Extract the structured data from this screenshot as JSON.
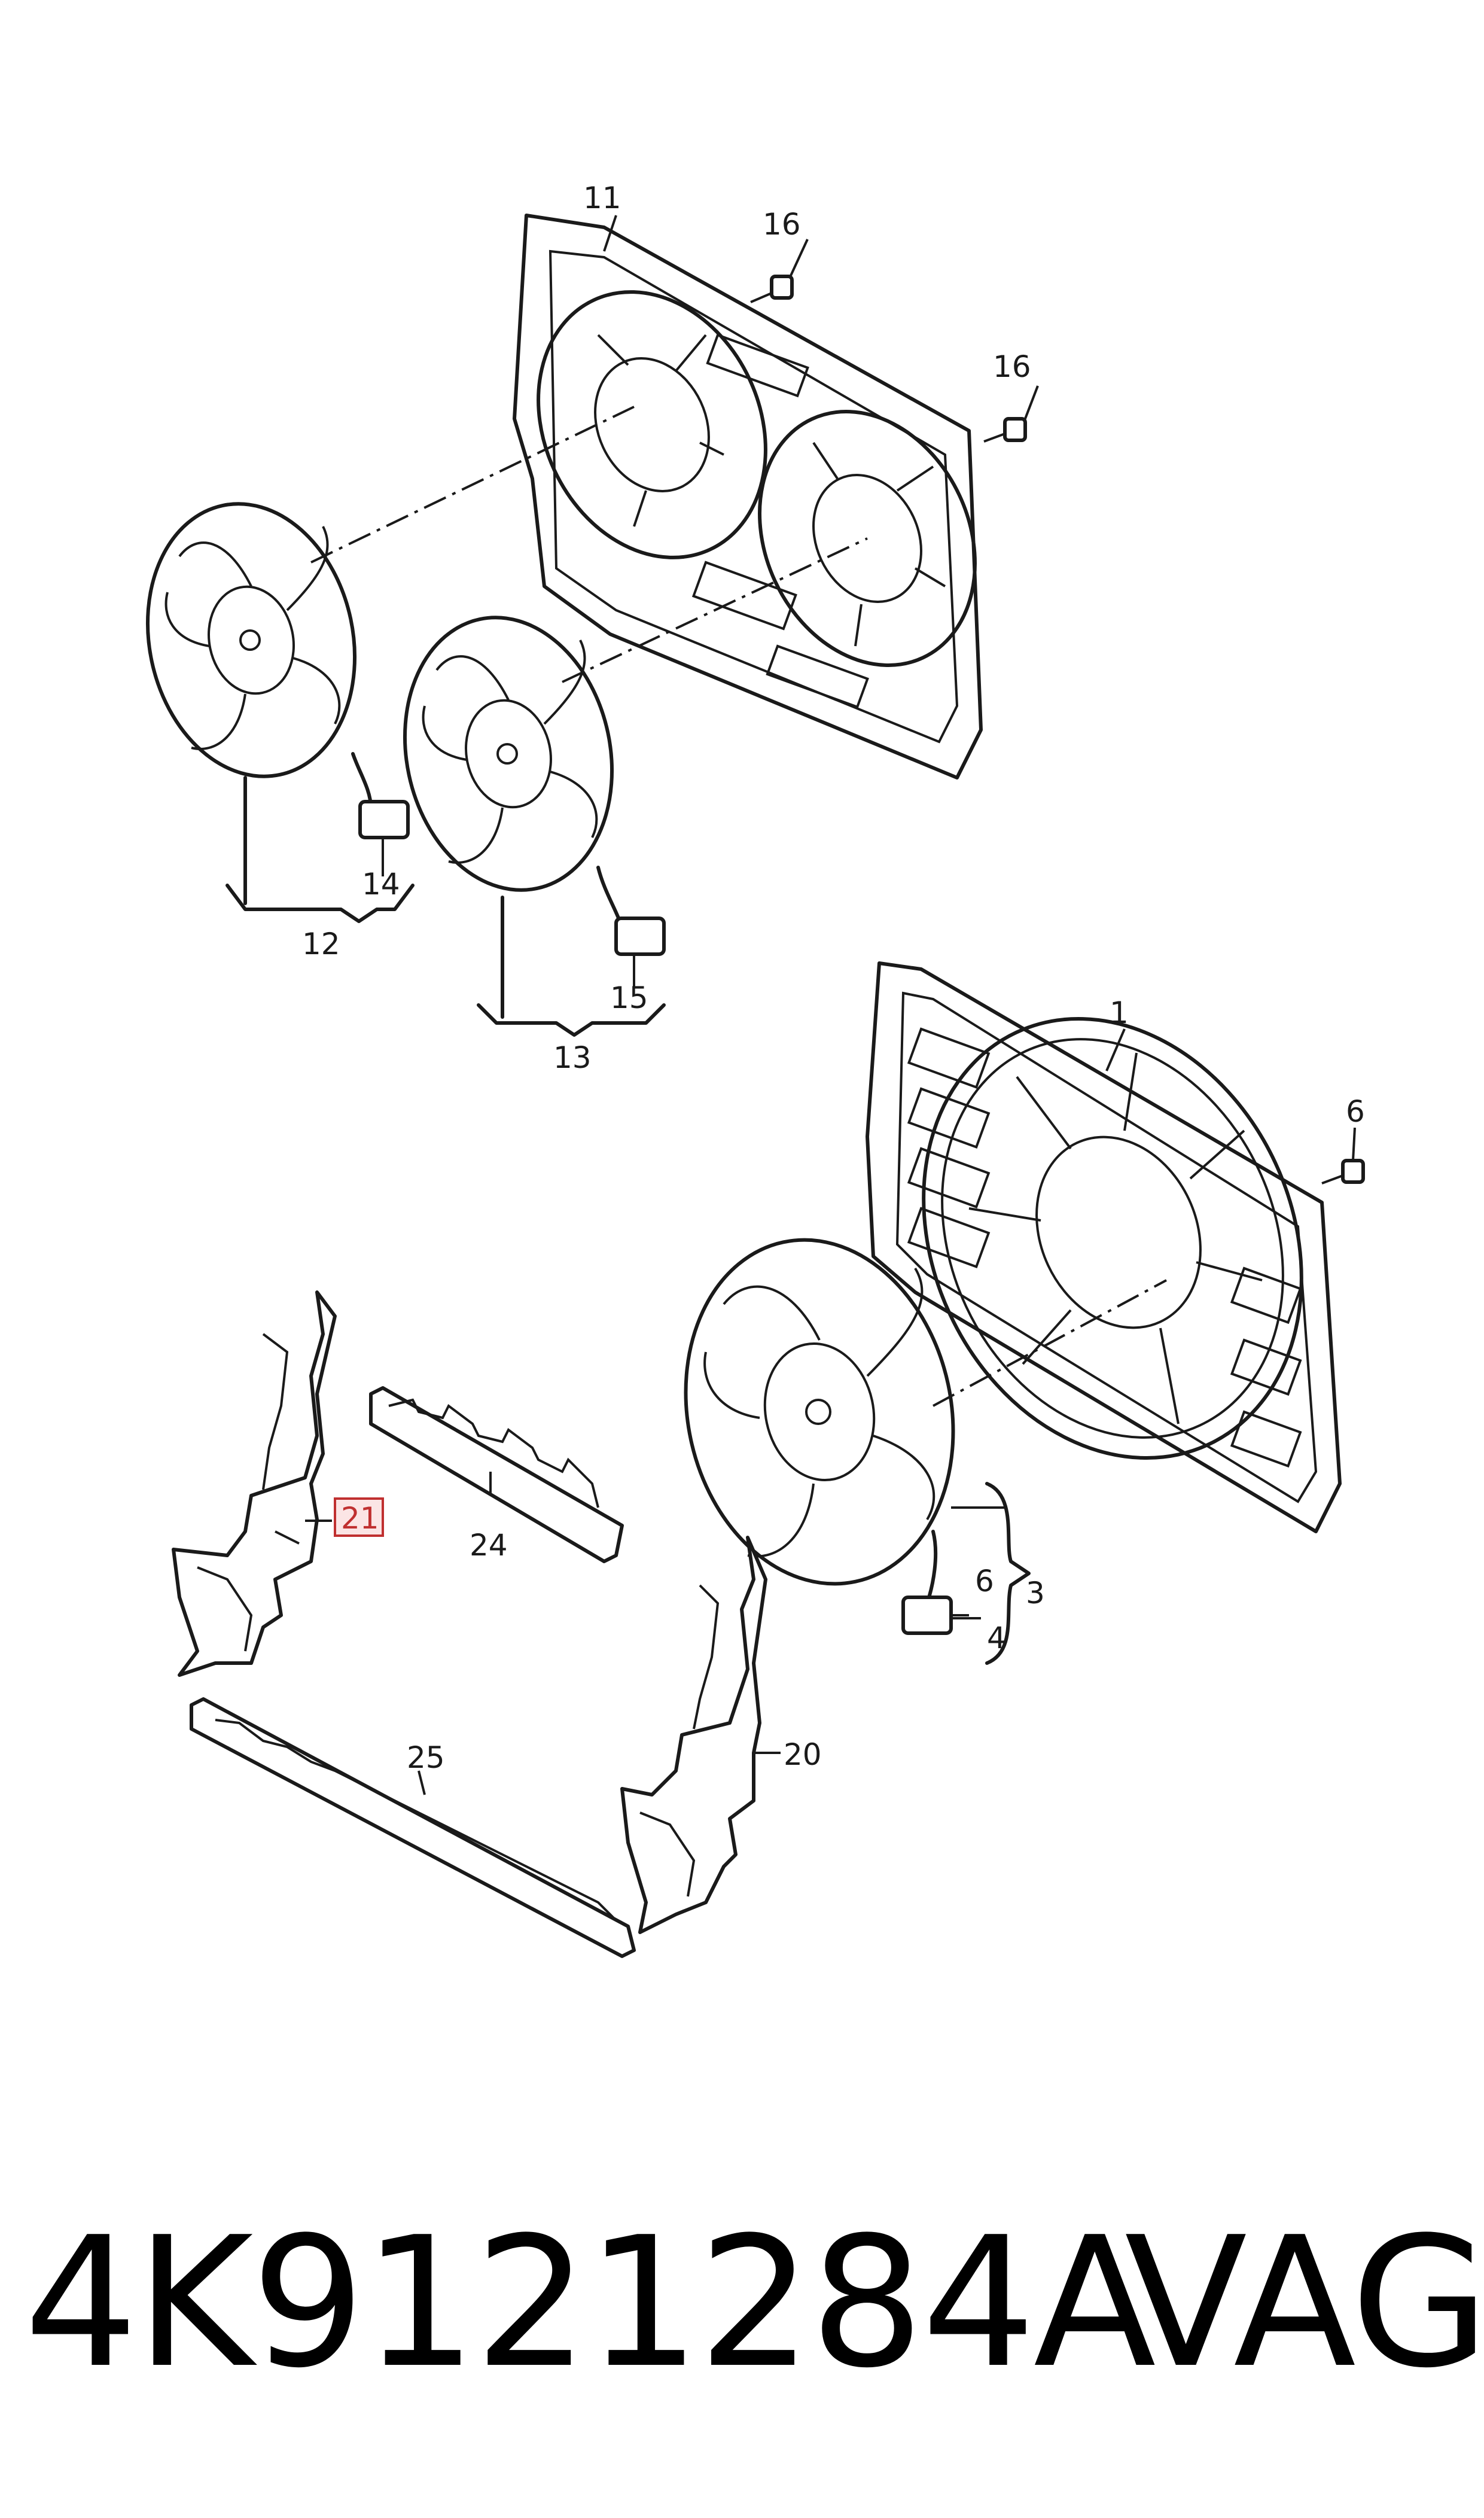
{
  "diagram": {
    "callouts": {
      "c1": "1",
      "c3": "3",
      "c4": "4",
      "c6a": "6",
      "c6b": "6",
      "c11": "11",
      "c12": "12",
      "c13": "13",
      "c14": "14",
      "c15": "15",
      "c16a": "16",
      "c16b": "16",
      "c20": "20",
      "c21": "21",
      "c24": "24",
      "c25": "25"
    },
    "highlight_color": "#c03030",
    "highlight_fill": "#fbe5e5"
  },
  "footer": {
    "part_number": "4K9121284A",
    "brand": "VAG"
  }
}
